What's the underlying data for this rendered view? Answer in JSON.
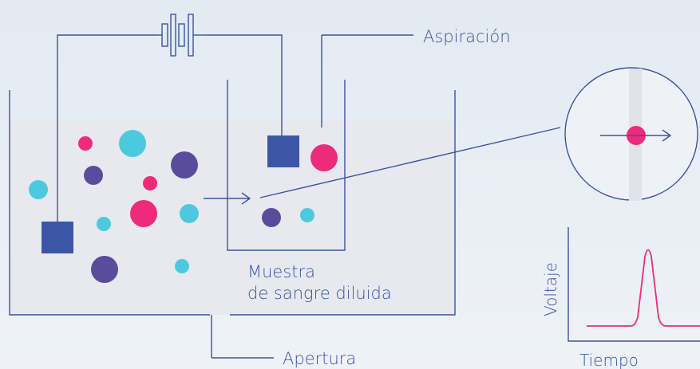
{
  "labels": {
    "aspiration": "Aspiración",
    "sample_line1": "Muestra",
    "sample_line2": "de sangre diluida",
    "aperture": "Apertura",
    "y_axis": "Voltaje",
    "x_axis": "Tiempo"
  },
  "colors": {
    "background_top": "#e4ebf3",
    "background_bottom": "#eef2f7",
    "liquid": "#e7e9ee",
    "line": "#3a53a4",
    "electrode": "#3c56a6",
    "magenta": "#ee2a7b",
    "cyan": "#4cc9de",
    "purple": "#5a4c9d",
    "aperture_channel": "#e3e5ea",
    "pulse": "#ee2a7b"
  },
  "icons": {
    "battery": "battery-icon",
    "electrode_outer": "electrode-icon",
    "electrode_inner": "electrode-icon",
    "zoom": "magnifier-circle-icon",
    "flow_arrow": "arrow-right-icon"
  }
}
